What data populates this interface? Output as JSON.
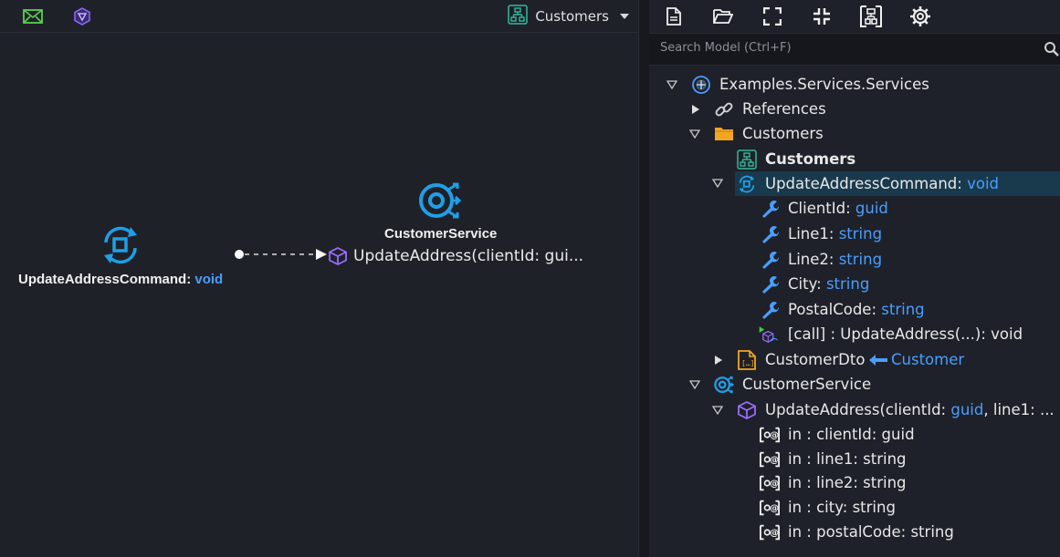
{
  "diagram": {
    "selector_label": "Customers",
    "service_node": {
      "name": "CustomerService",
      "operation": "UpdateAddress(clientId: gui..."
    },
    "command_node": {
      "name": "UpdateAddressCommand",
      "sep": ": ",
      "type": "void"
    }
  },
  "search": {
    "placeholder": "Search Model (Ctrl+F)"
  },
  "tree": {
    "root": "Examples.Services.Services",
    "references": "References",
    "customers_folder": "Customers",
    "customers_diagram": "Customers",
    "command": {
      "name": "UpdateAddressCommand",
      "sep": ": ",
      "type": "void"
    },
    "fields": [
      {
        "name": "ClientId",
        "sep": ": ",
        "type": "guid"
      },
      {
        "name": "Line1",
        "sep": ": ",
        "type": "string"
      },
      {
        "name": "Line2",
        "sep": ": ",
        "type": "string"
      },
      {
        "name": "City",
        "sep": ": ",
        "type": "string"
      },
      {
        "name": "PostalCode",
        "sep": ": ",
        "type": "string"
      }
    ],
    "call": "[call] : UpdateAddress(...): void",
    "dto": {
      "name": "CustomerDto",
      "mapped": "Customer"
    },
    "service": "CustomerService",
    "operation": {
      "pre": "UpdateAddress(clientId: ",
      "type1": "guid",
      "post": ", line1: ..."
    },
    "params": [
      "in : clientId: guid",
      "in : line1: string",
      "in : line2: string",
      "in : city: string",
      "in : postalCode: string"
    ]
  }
}
